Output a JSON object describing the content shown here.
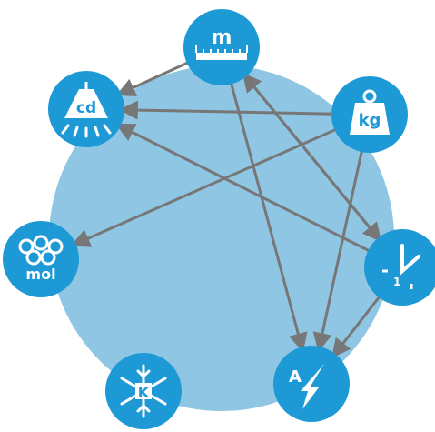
{
  "colors": {
    "background": "#ffffff",
    "large_circle": "#8ec6e3",
    "node": "#1d9ad6",
    "node_symbol": "#ffffff",
    "arrow": "#777777"
  },
  "units": [
    {
      "id": "metre",
      "label": "m",
      "icon": "ruler-icon"
    },
    {
      "id": "kilogram",
      "label": "kg",
      "icon": "weight-icon"
    },
    {
      "id": "second",
      "label": "",
      "icon": "clock-icon"
    },
    {
      "id": "ampere",
      "label": "A",
      "icon": "lightning-icon"
    },
    {
      "id": "kelvin",
      "label": "K",
      "icon": "snowflake-icon"
    },
    {
      "id": "mole",
      "label": "mol",
      "icon": "molecules-icon"
    },
    {
      "id": "candela",
      "label": "cd",
      "icon": "lamp-icon"
    }
  ],
  "dependencies": [
    {
      "from": "metre",
      "to": "candela"
    },
    {
      "from": "kilogram",
      "to": "candela"
    },
    {
      "from": "kilogram",
      "to": "mole"
    },
    {
      "from": "kilogram",
      "to": "ampere"
    },
    {
      "from": "second",
      "to": "metre"
    },
    {
      "from": "second",
      "to": "candela"
    },
    {
      "from": "second",
      "to": "ampere"
    },
    {
      "from": "metre",
      "to": "ampere"
    },
    {
      "from": "metre",
      "to": "second"
    }
  ]
}
